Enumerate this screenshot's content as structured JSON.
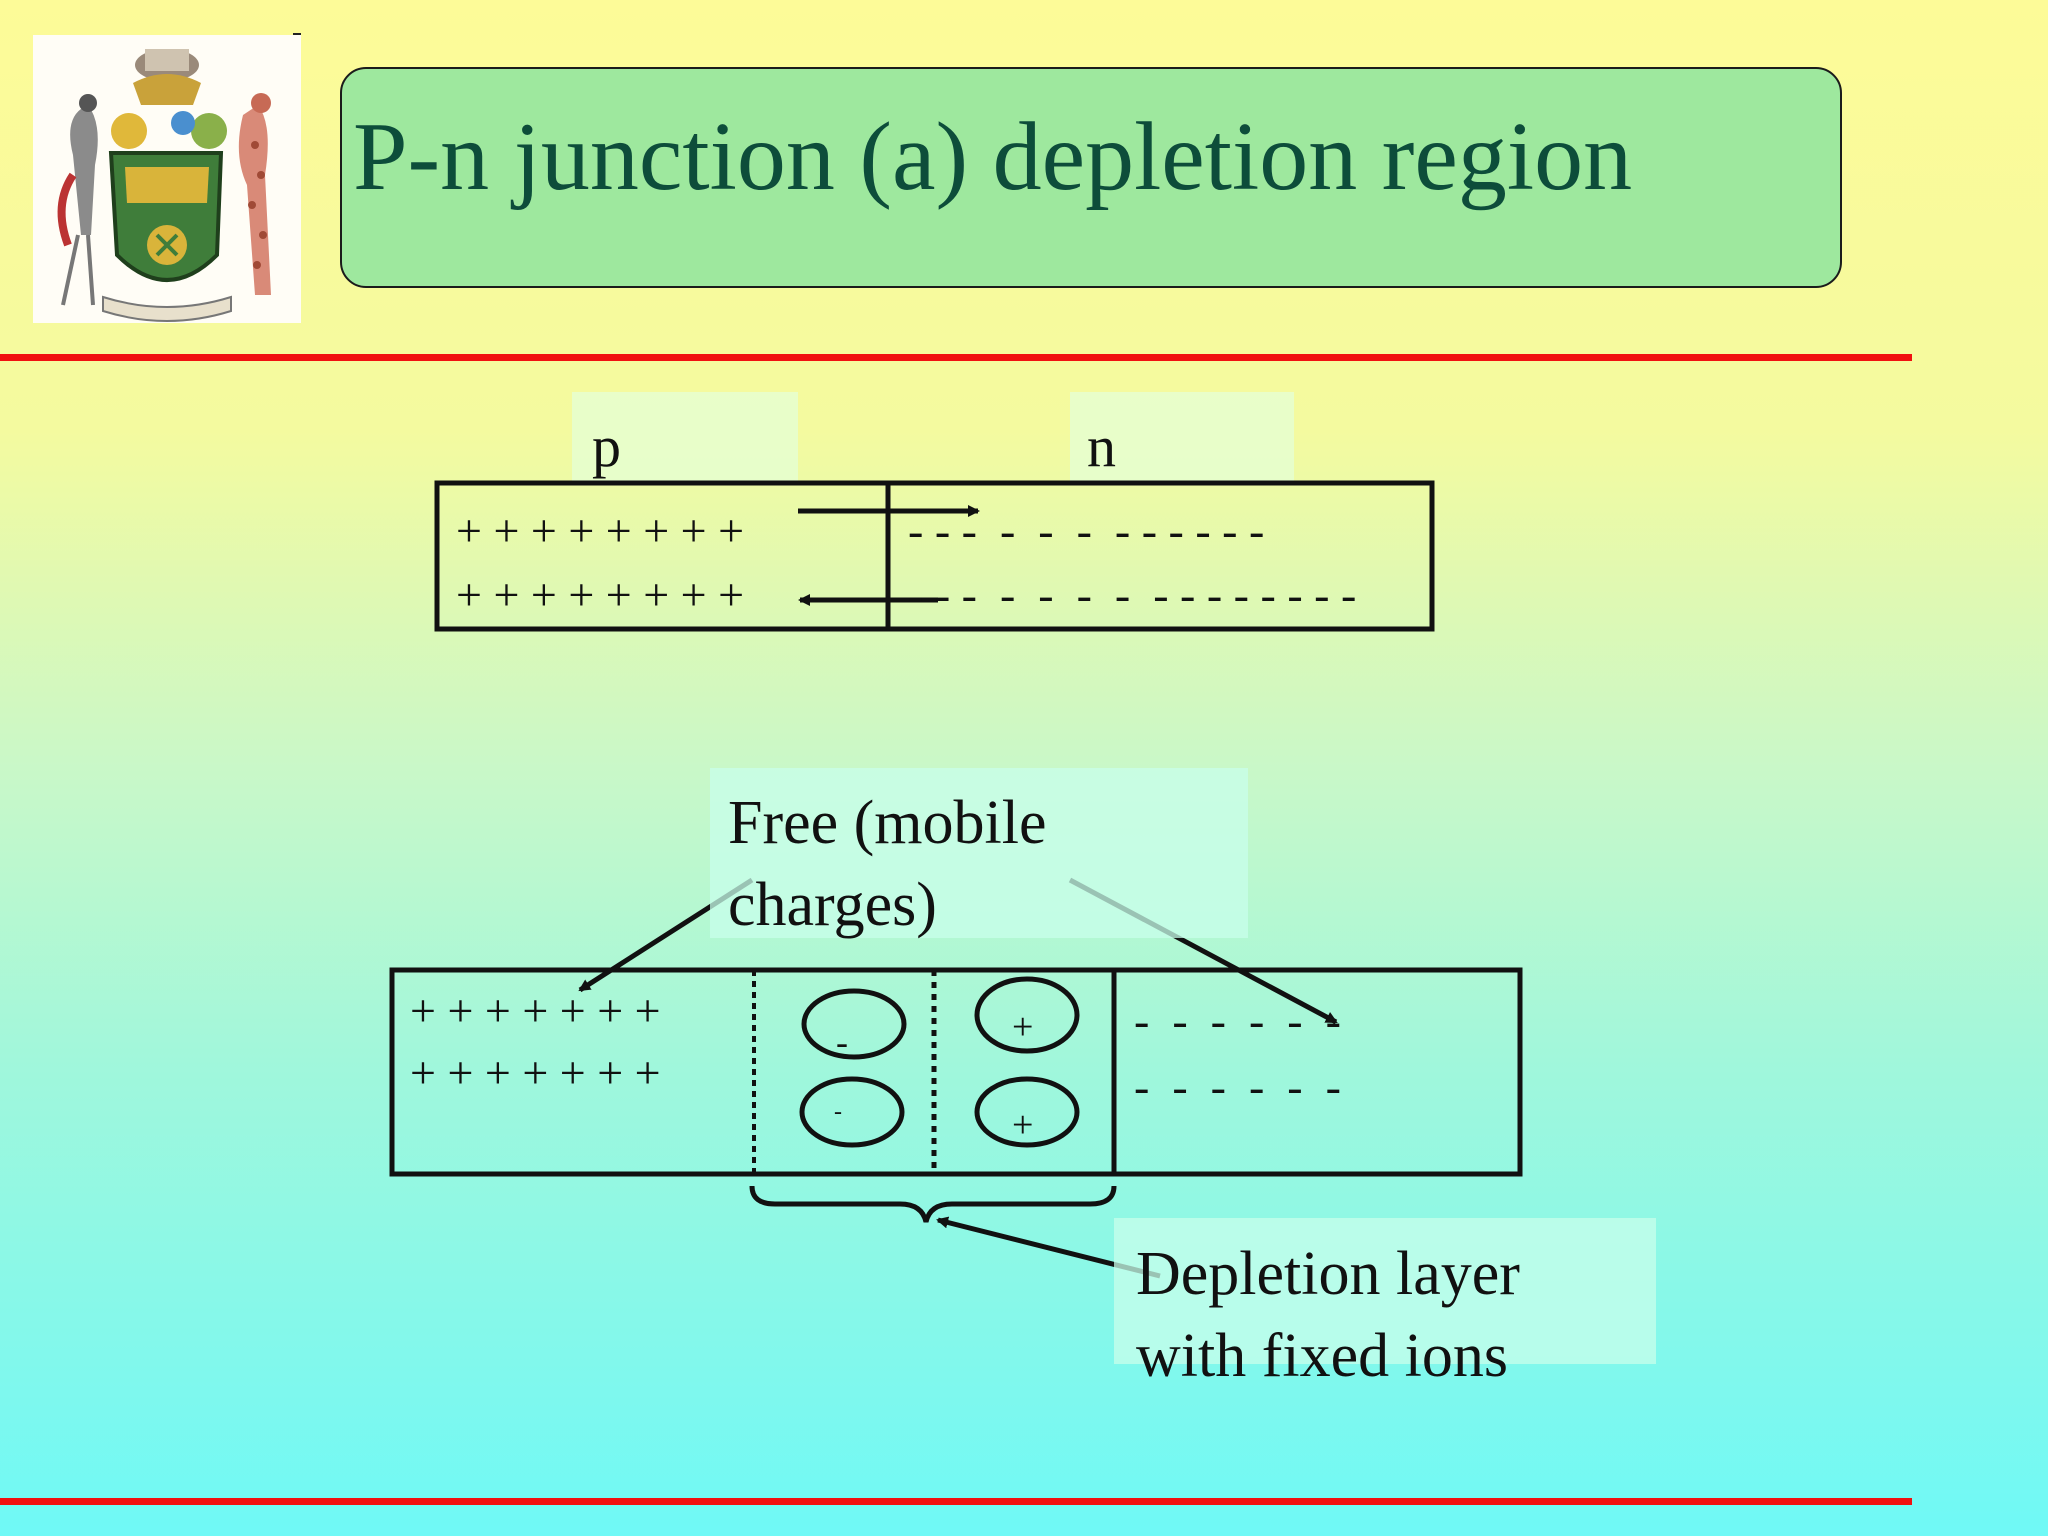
{
  "slide": {
    "title": "P-n junction (a) depletion region",
    "logo_icon": "university-coat-of-arms-icon",
    "colors": {
      "title_box": "#9ee89e",
      "title_text": "#0d4d3a",
      "rule": "#f01010",
      "background_top": "#fdfb98",
      "background_bottom": "#6ff9f6"
    }
  },
  "top_diagram": {
    "p_label": "p",
    "n_label": "n",
    "p_row1": "+ + + + + + + +",
    "p_row2": "+ + + + + + + +",
    "n_row1": "- - -  -  -  -  - - - - - -",
    "n_row2": "- - -  -  -  -  -  - - - - - - - -"
  },
  "bottom_diagram": {
    "p_row1": "+ + + + + + +",
    "p_row2": "+ + + + + + +",
    "n_row1": "-  -  -  -  -  -",
    "n_row2": "-  -  -  -  -  -",
    "fixed_negative_1": "-",
    "fixed_negative_2": "-",
    "fixed_positive_1": "+",
    "fixed_positive_2": "+",
    "free_charges_line1": "Free (mobile",
    "free_charges_line2": "charges)",
    "depletion_line1": "Depletion layer",
    "depletion_line2": "with fixed ions"
  }
}
